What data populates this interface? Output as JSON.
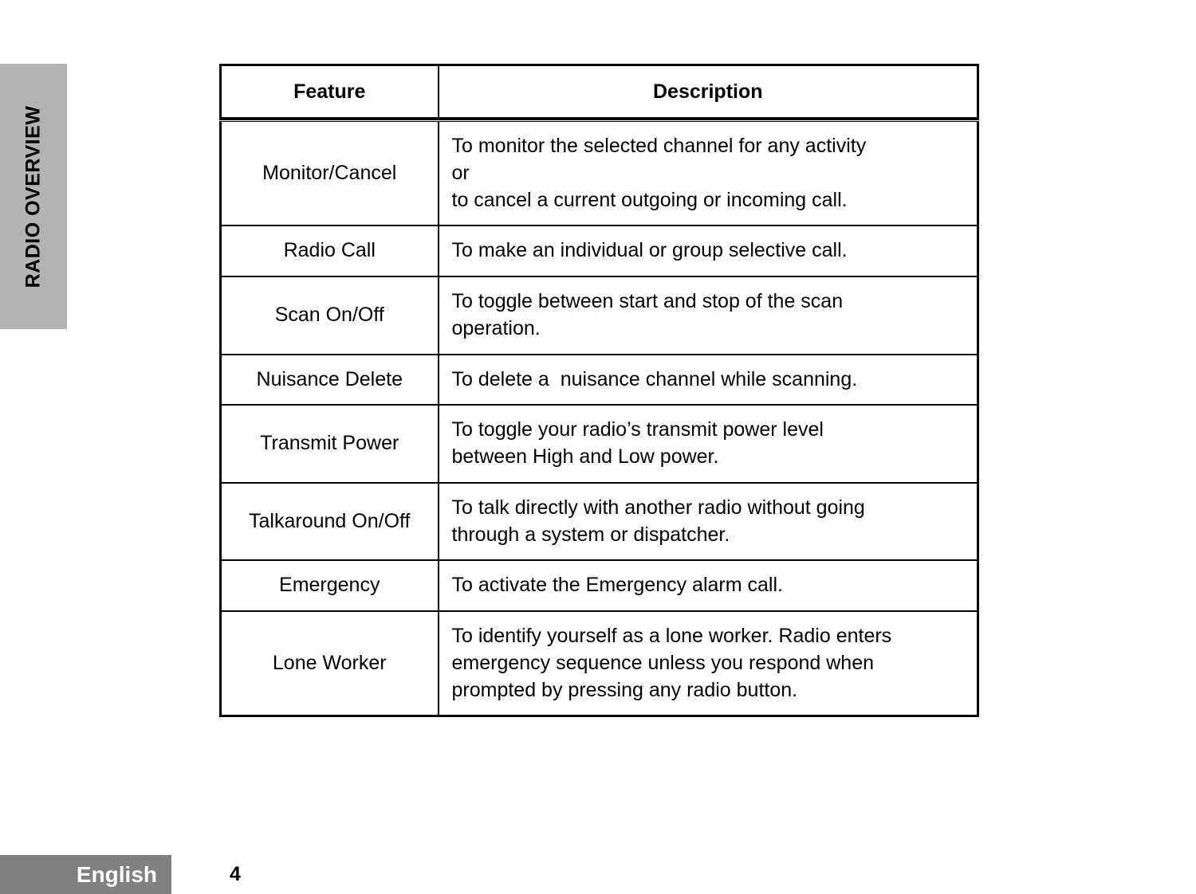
{
  "section_tab": {
    "label": "RADIO OVERVIEW",
    "background_color": "#b3b3b3"
  },
  "table": {
    "headers": {
      "feature": "Feature",
      "description": "Description"
    },
    "rows": [
      {
        "feature": "Monitor/Cancel",
        "description_lines": [
          "To monitor the selected channel for any activity",
          "or",
          "to cancel a current outgoing or incoming call."
        ]
      },
      {
        "feature": "Radio Call",
        "description_lines": [
          "To make an individual or group selective call."
        ]
      },
      {
        "feature": "Scan On/Off",
        "description_lines": [
          "To toggle between start and stop of the scan",
          "operation."
        ]
      },
      {
        "feature": "Nuisance Delete",
        "description_lines": [
          "To delete a  nuisance channel while scanning."
        ]
      },
      {
        "feature": "Transmit  Power",
        "description_lines": [
          "To toggle your radio’s transmit power level",
          "between High and Low power."
        ]
      },
      {
        "feature": "Talkaround On/Off",
        "description_lines": [
          "To talk directly with another radio without going",
          "through a system or dispatcher."
        ]
      },
      {
        "feature": "Emergency",
        "description_lines": [
          "To activate the Emergency alarm call."
        ]
      },
      {
        "feature": "Lone Worker",
        "description_lines": [
          "To identify yourself as a lone worker. Radio enters",
          "emergency sequence unless you respond when",
          "prompted by pressing any radio button."
        ]
      }
    ]
  },
  "footer": {
    "language": "English",
    "language_box_color": "#808080",
    "page_number": "4"
  }
}
